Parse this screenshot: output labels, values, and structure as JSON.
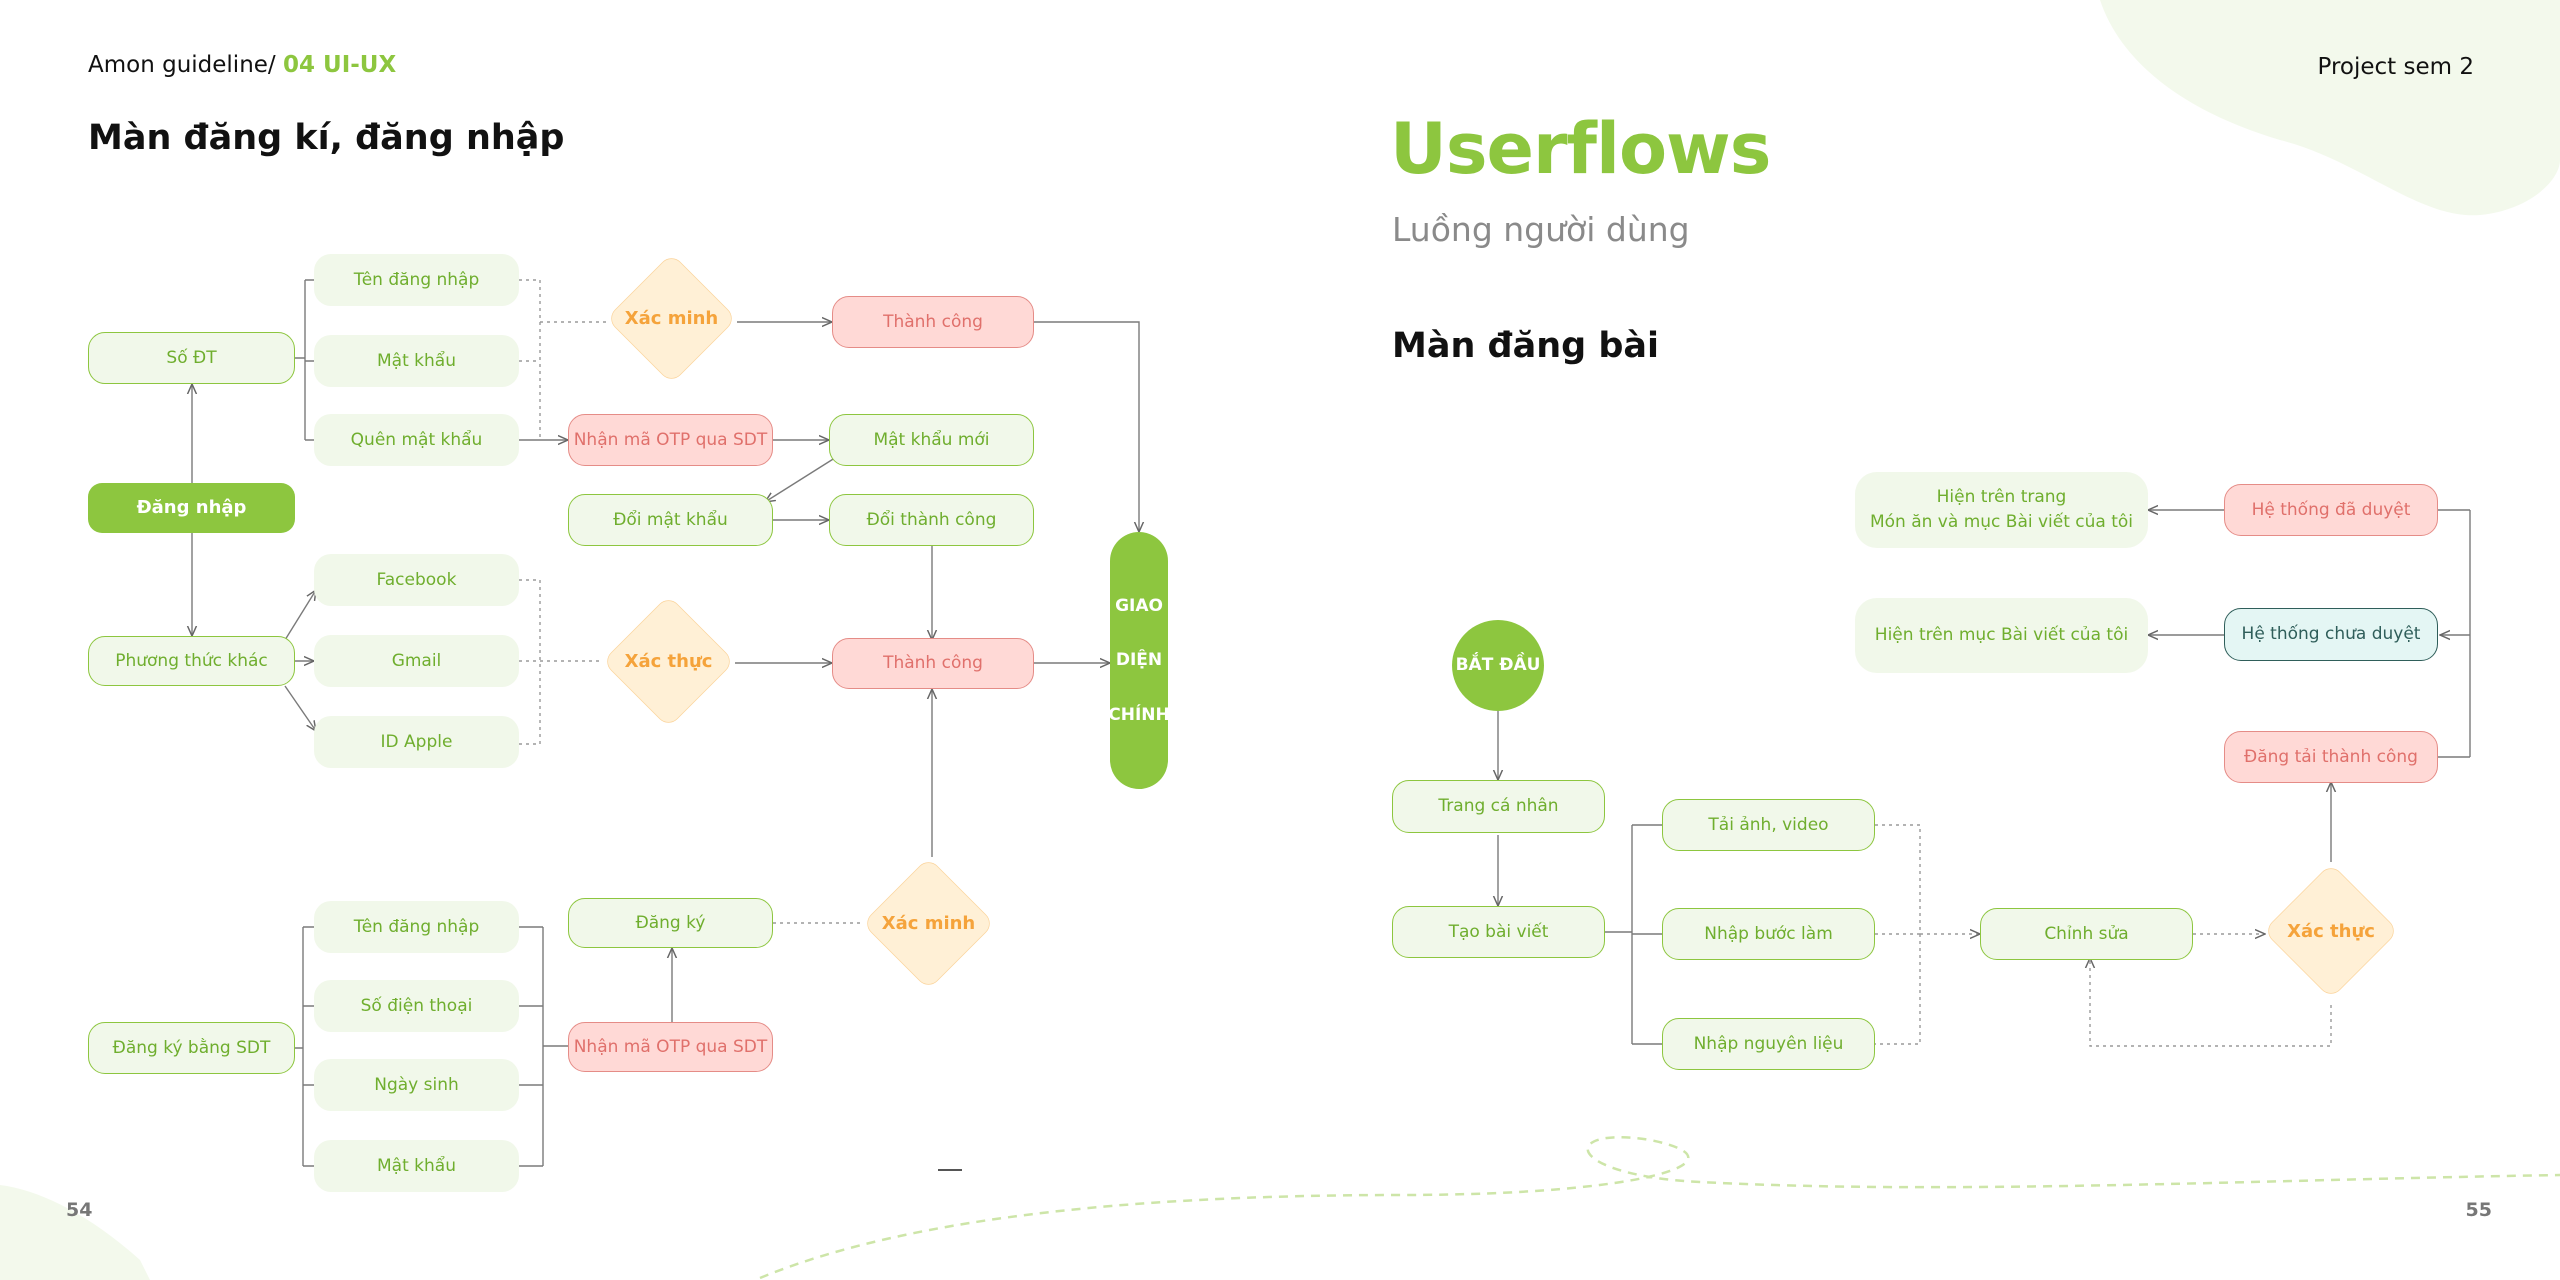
{
  "header": {
    "breadcrumb_prefix": "Amon guideline/",
    "breadcrumb_section": "04 UI-UX",
    "project": "Project sem 2"
  },
  "left": {
    "title": "Màn đăng kí, đăng nhập",
    "page_number": "54"
  },
  "right": {
    "title": "Userflows",
    "subtitle": "Luồng người dùng",
    "section_title": "Màn đăng bài",
    "page_number": "55"
  },
  "login_flow": {
    "so_dt": "Số ĐT",
    "ten_dang_nhap": "Tên đăng nhập",
    "mat_khau": "Mật khẩu",
    "quen_mat_khau": "Quên mật khẩu",
    "xac_minh": "Xác minh",
    "thanh_cong": "Thành công",
    "nhan_ma_otp": "Nhận mã OTP qua SDT",
    "mat_khau_moi": "Mật khẩu mới",
    "doi_mat_khau": "Đổi mật khẩu",
    "doi_thanh_cong": "Đổi thành công",
    "dang_nhap": "Đăng nhập",
    "phuong_thuc_khac": "Phương thức khác",
    "facebook": "Facebook",
    "gmail": "Gmail",
    "id_apple": "ID Apple",
    "xac_thuc": "Xác thực",
    "thanh_cong_2": "Thành công",
    "giao_dien_chinh": [
      "GIAO",
      "DIỆN",
      "CHÍNH"
    ]
  },
  "register_flow": {
    "dang_ky_bang_sdt": "Đăng ký bằng SDT",
    "ten_dang_nhap": "Tên đăng nhập",
    "so_dien_thoai": "Số điện thoại",
    "ngay_sinh": "Ngày sinh",
    "mat_khau": "Mật khẩu",
    "nhan_ma_otp": "Nhận mã OTP qua SDT",
    "dang_ky": "Đăng ký",
    "xac_minh": "Xác minh"
  },
  "post_flow": {
    "bat_dau": "BẮT ĐẦU",
    "trang_ca_nhan": "Trang cá nhân",
    "tao_bai_viet": "Tạo bài viết",
    "tai_anh_video": "Tải ảnh, video",
    "nhap_buoc_lam": "Nhập bước làm",
    "nhap_nguyen_lieu": "Nhập nguyên liệu",
    "chinh_sua": "Chỉnh sửa",
    "xac_thuc": "Xác thực",
    "dang_tai_thanh_cong": "Đăng tải thành công",
    "he_thong_chua_duyet": "Hệ thống chưa duyệt",
    "he_thong_da_duyet": "Hệ thống đã duyệt",
    "hien_tren_muc": "Hiện trên mục Bài viết của tôi",
    "hien_tren_trang_1": "Hiện trên trang",
    "hien_tren_trang_2": "Món ăn và mục Bài viết của tôi"
  },
  "colors": {
    "accent_green": "#8dc63f",
    "success_red": "#e0706b",
    "verify_orange": "#f5a33b",
    "pending_teal": "#2f5e5a"
  }
}
